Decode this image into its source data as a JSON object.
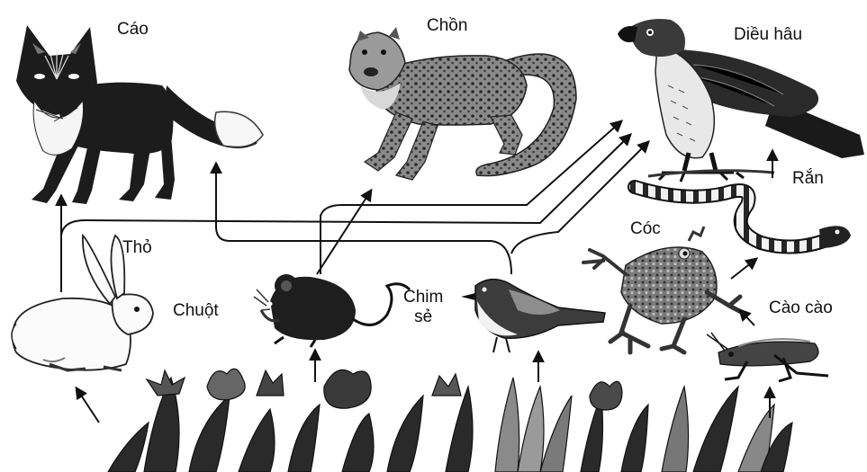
{
  "organisms": {
    "fox": "Cáo",
    "civet": "Chồn",
    "hawk": "Diều hâu",
    "snake": "Rắn",
    "toad": "Cóc",
    "rabbit": "Thỏ",
    "mouse": "Chuột",
    "sparrow_line1": "Chim",
    "sparrow_line2": "sẻ",
    "grasshopper": "Cào cào"
  },
  "food_links": [
    {
      "from": "Cây cỏ",
      "to": "Thỏ"
    },
    {
      "from": "Cây cỏ",
      "to": "Chuột"
    },
    {
      "from": "Cây cỏ",
      "to": "Chim sẻ"
    },
    {
      "from": "Cây cỏ",
      "to": "Cào cào"
    },
    {
      "from": "Thỏ",
      "to": "Cáo"
    },
    {
      "from": "Thỏ",
      "to": "Diều hâu"
    },
    {
      "from": "Chuột",
      "to": "Chồn"
    },
    {
      "from": "Chuột",
      "to": "Diều hâu"
    },
    {
      "from": "Chim sẻ",
      "to": "Cáo"
    },
    {
      "from": "Chim sẻ",
      "to": "Diều hâu"
    },
    {
      "from": "Cào cào",
      "to": "Cóc"
    },
    {
      "from": "Cóc",
      "to": "Rắn"
    },
    {
      "from": "Rắn",
      "to": "Diều hâu"
    }
  ],
  "colors": {
    "ink": "#111111",
    "fur_dark": "#1c1c1c",
    "fur_mid": "#6d6d6d",
    "fur_light": "#f4f4f4",
    "plant": "#2a2a2a"
  }
}
